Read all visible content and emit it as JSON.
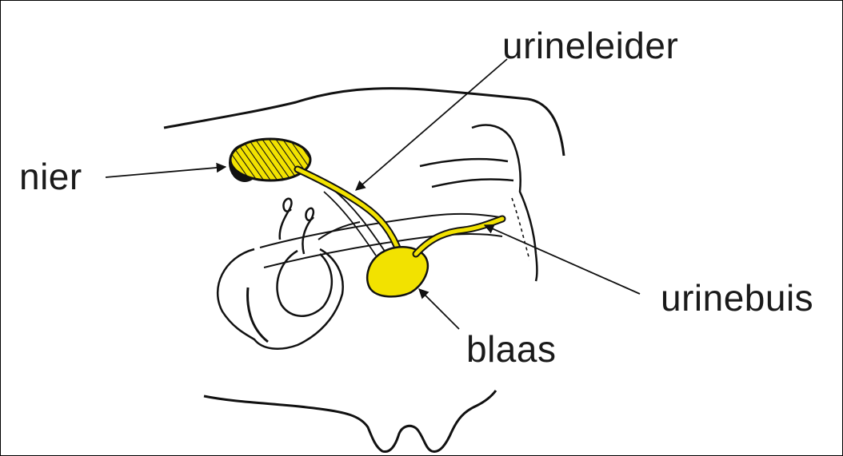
{
  "labels": {
    "nier": "nier",
    "urineleider": "urineleider",
    "urinebuis": "urinebuis",
    "blaas": "blaas"
  },
  "colors": {
    "organ_fill": "#f2e200",
    "outline": "#111111",
    "label_text": "#1a1a1a",
    "frame_border": "#000000",
    "background": "#ffffff"
  }
}
